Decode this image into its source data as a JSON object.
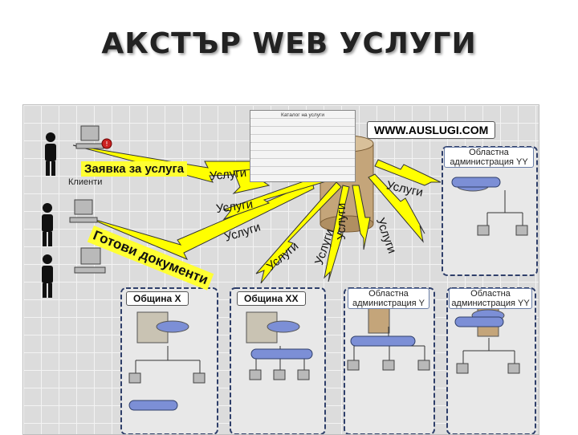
{
  "title": "АКСТЪР WEB УСЛУГИ",
  "diagram": {
    "site_url": "WWW.AUSLUGI.COM",
    "request_label": "Заявка за услуга",
    "clients_label": "Клиенти",
    "ready_docs_label": "Готови документи",
    "service_label": "Услуги",
    "catalog_caption": "Каталог на услуги",
    "municipalities": [
      "Община X",
      "Община XX"
    ],
    "regional_admins": [
      "Областна администрация YY",
      "Областна администрация Y",
      "Областна администрация YY"
    ],
    "colors": {
      "tag_bg": "#ffff33",
      "bolt": "#ffff00",
      "server": "#c4a57a",
      "region_border": "#2f3f6a"
    }
  }
}
